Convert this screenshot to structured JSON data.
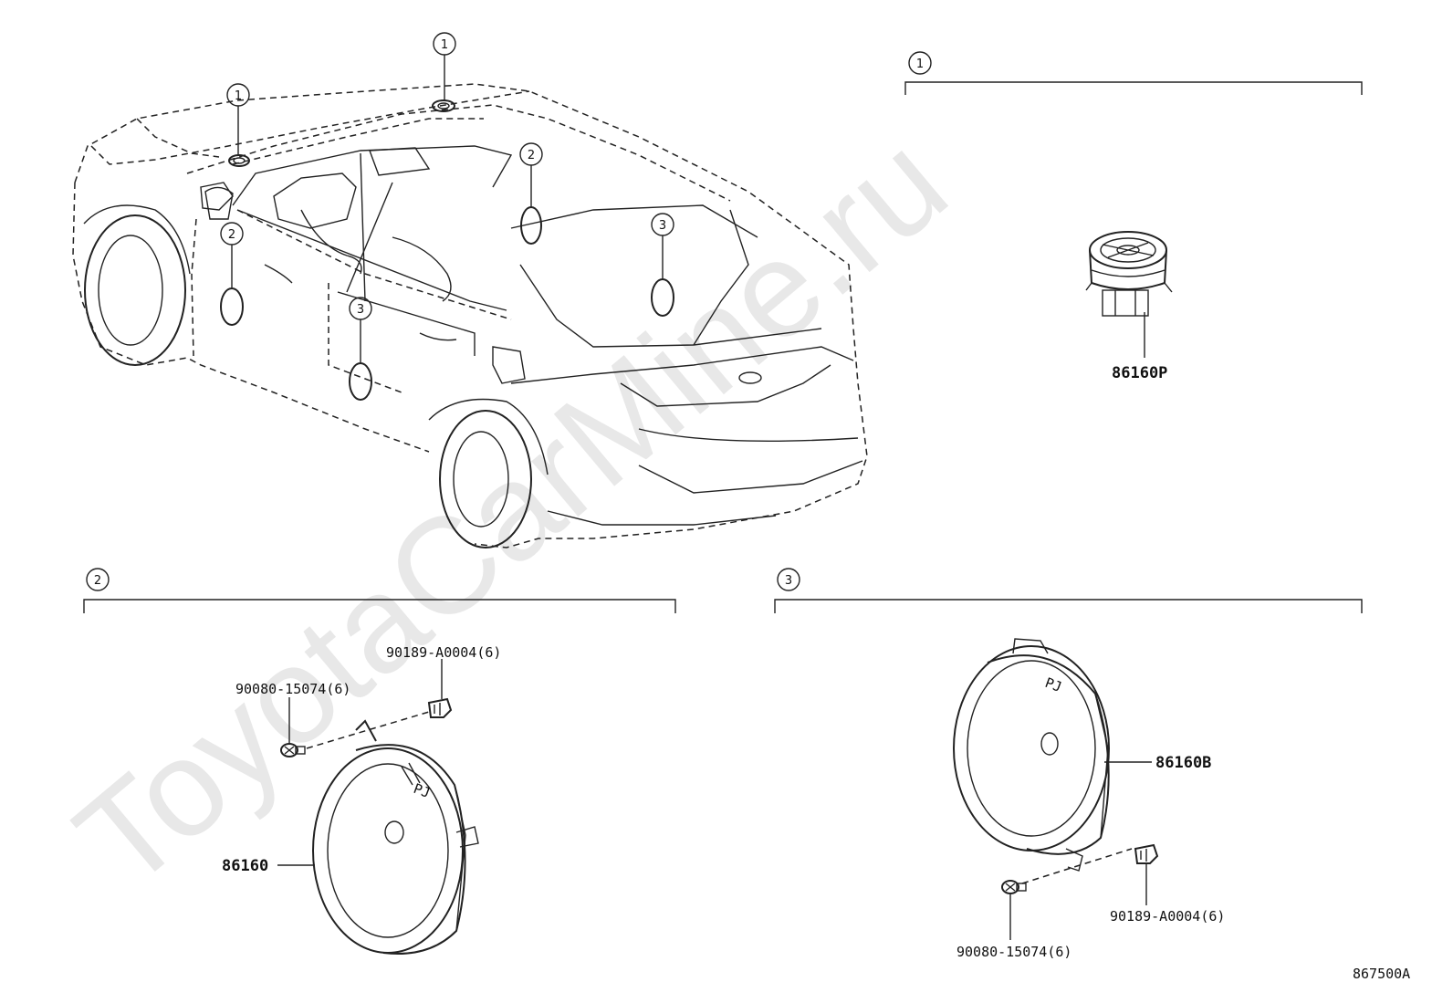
{
  "watermark": "ToyotaCarMine.ru",
  "diagram_code": "867500A",
  "callouts": {
    "one": "1",
    "two": "2",
    "three": "3"
  },
  "groups": {
    "tweeter": {
      "callout": "1",
      "part_number": "86160P"
    },
    "front_door": {
      "callout": "2",
      "speaker": "86160",
      "screw": "90080-15074(6)",
      "clip": "90189-A0004(6)"
    },
    "rear_door": {
      "callout": "3",
      "speaker": "86160B",
      "screw": "90080-15074(6)",
      "clip": "90189-A0004(6)"
    }
  }
}
